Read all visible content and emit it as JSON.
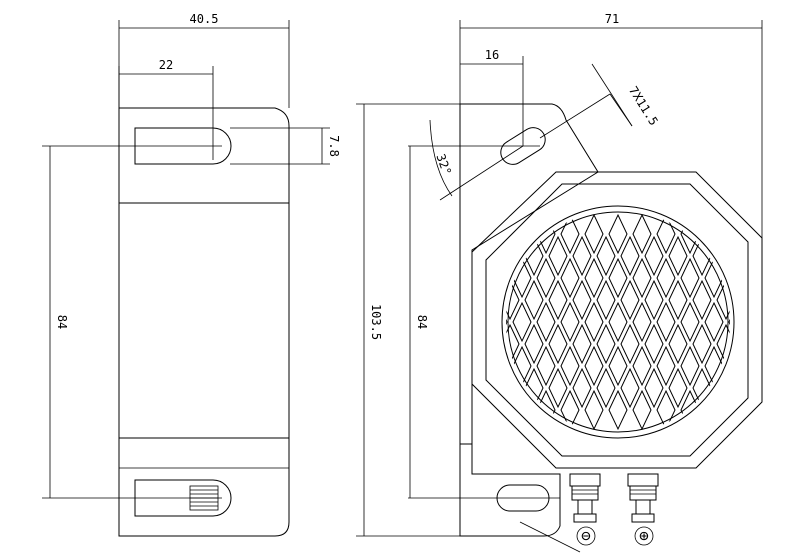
{
  "drawing": {
    "side_view": {
      "dim_width": "40.5",
      "dim_slot_offset": "22",
      "dim_slot_height": "7.8",
      "dim_hole_pitch": "84"
    },
    "front_view": {
      "dim_width": "71",
      "dim_slot_offset": "16",
      "dim_slot_size": "7X11.5",
      "dim_angle": "32°",
      "dim_height": "103.5",
      "dim_hole_pitch": "84",
      "terminal_negative": "⊖",
      "terminal_positive": "⊕"
    }
  }
}
